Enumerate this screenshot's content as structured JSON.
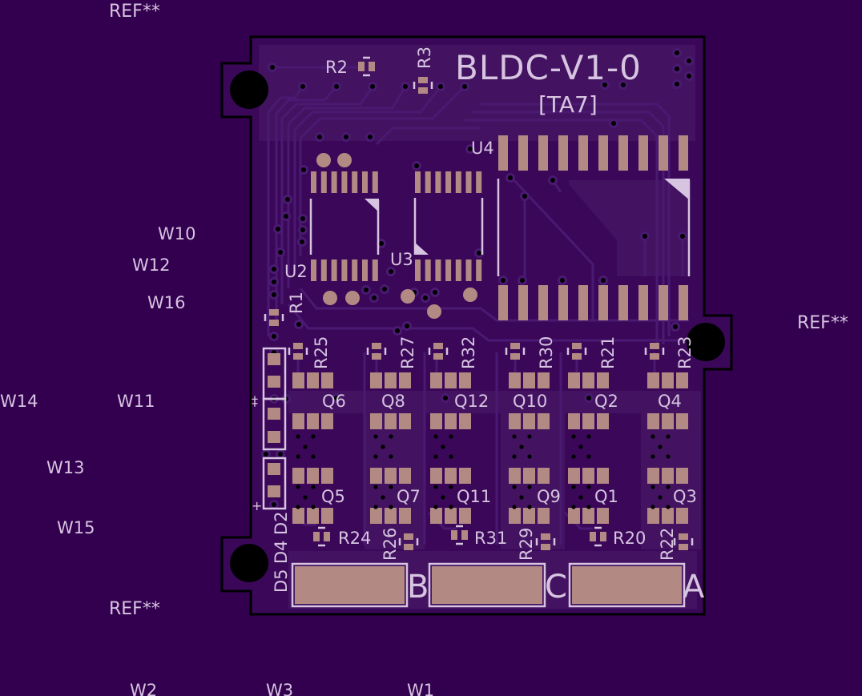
{
  "board": {
    "title": "BLDC-V1-0",
    "revision": "[TA7]",
    "colors": {
      "background": "#33004f",
      "board_fill": "#3a0759",
      "copper_pour": "#431361",
      "trace": "#4a1a72",
      "pad": "#b38a83",
      "silkscreen": "#d6c4e0",
      "hole": "#000000"
    }
  },
  "refs": {
    "ref_top_left": "REF**",
    "ref_right": "REF**",
    "ref_bottom_left": "REF**"
  },
  "wires": {
    "w1": "W1",
    "w2": "W2",
    "w3": "W3",
    "w10": "W10",
    "w11": "W11",
    "w12": "W12",
    "w13": "W13",
    "w14": "W14",
    "w15": "W15",
    "w16": "W16"
  },
  "ics": {
    "u2": "U2",
    "u3": "U3",
    "u4": "U4"
  },
  "resistors": {
    "r1": "R1",
    "r2": "R2",
    "r3": "R3",
    "r20": "R20",
    "r21": "R21",
    "r22": "R22",
    "r23": "R23",
    "r24": "R24",
    "r25": "R25",
    "r26": "R26",
    "r27": "R27",
    "r29": "R29",
    "r30": "R30",
    "r31": "R31",
    "r32": "R32"
  },
  "transistors": {
    "q1": "Q1",
    "q2": "Q2",
    "q3": "Q3",
    "q4": "Q4",
    "q5": "Q5",
    "q6": "Q6",
    "q7": "Q7",
    "q8": "Q8",
    "q9": "Q9",
    "q10": "Q10",
    "q11": "Q11",
    "q12": "Q12"
  },
  "diodes": {
    "d2": "D2",
    "d4": "D4",
    "d5": "D5"
  },
  "phase_pads": {
    "b": "B",
    "c": "C",
    "a": "A"
  }
}
